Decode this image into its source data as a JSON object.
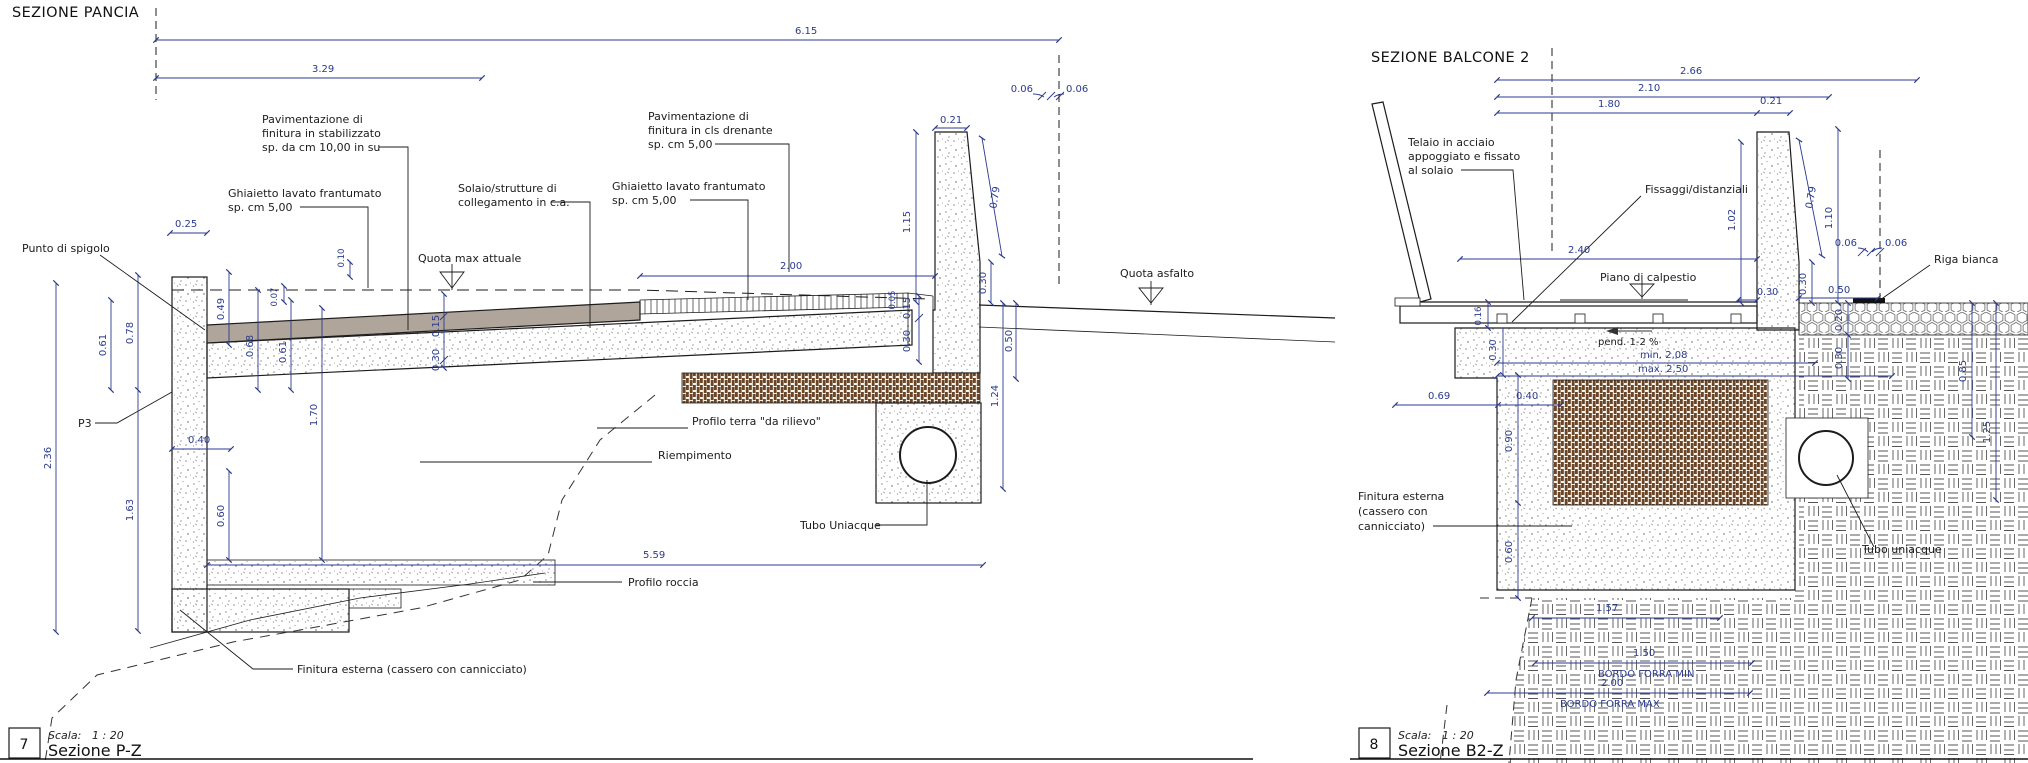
{
  "colors": {
    "dimension_blue": "#2b3a8f",
    "line_black": "#1c1c1c",
    "pavement_tan": "#b0a59a",
    "gravel_brown": "#6a4527"
  },
  "left": {
    "title": "SEZIONE PANCIA",
    "scale": {
      "num": "7",
      "scala_label": "Scala:",
      "scale_value": "1 : 20",
      "name": "Sezione P-Z"
    },
    "labels": {
      "pav_stab": [
        "Pavimentazione di",
        "finitura in stabilizzato",
        "sp. da cm 10,00 in su"
      ],
      "ghiaietto_sx": [
        "Ghiaietto lavato frantumato",
        "sp. cm 5,00"
      ],
      "solaio": [
        "Solaio/strutture di",
        "collegamento in c.a."
      ],
      "quota_max": "Quota max attuale",
      "pav_dren": [
        "Pavimentazione di",
        "finitura in cls drenante",
        "sp. cm 5,00"
      ],
      "ghiaietto_dx": [
        "Ghiaietto lavato frantumato",
        "sp. cm 5,00"
      ],
      "quota_asfalto": "Quota asfalto",
      "punto_spigolo": "Punto di spigolo",
      "p3": "P3",
      "profilo_terra": "Profilo terra \"da rilievo\"",
      "riempimento": "Riempimento",
      "tubo": "Tubo Uniacque",
      "profilo_roccia": "Profilo roccia",
      "finitura": "Finitura esterna (cassero con cannicciato)"
    },
    "dims": {
      "d615": "6.15",
      "d329": "3.29",
      "d006a": "0.06",
      "d006b": "0.06",
      "d025": "0.25",
      "d021": "0.21",
      "d115": "1.15",
      "d079": "0.79",
      "d030w": "0.30",
      "d050": "0.50",
      "d124": "1.24",
      "d049": "0.49",
      "d061o": "0.61",
      "d078": "0.78",
      "d236": "2.36",
      "d163": "1.63",
      "d040": "0.40",
      "d060": "0.60",
      "d007": "0.07",
      "d068": "0.68",
      "d061i": "0.61",
      "d010": "0.10",
      "d015m": "0.15",
      "d030m": "0.30",
      "d170": "1.70",
      "d200": "2.00",
      "d005": "0.05",
      "d015c": "0.15",
      "d030c": "0.30",
      "d559": "5.59"
    }
  },
  "right": {
    "title": "SEZIONE BALCONE 2",
    "scale": {
      "num": "8",
      "scala_label": "Scala:",
      "scale_value": "1 : 20",
      "name": "Sezione B2-Z"
    },
    "labels": {
      "telaio": [
        "Telaio in acciaio",
        "appoggiato e fissato",
        "al solaio"
      ],
      "fissaggi": "Fissaggi/distanziali",
      "piano": "Piano di calpestio",
      "riga": "Riga bianca",
      "pend": "pend. 1-2 %",
      "min208": "min. 2,08",
      "max250": "max. 2,50",
      "finitura": [
        "Finitura esterna",
        "(cassero con",
        "cannicciato)"
      ],
      "tubo": "Tubo uniacque",
      "bordo_min": "BORDO FORRA MIN",
      "bordo_max": "BORDO FORRA MAX"
    },
    "dims": {
      "d266": "2.66",
      "d210": "2.10",
      "d180": "1.80",
      "d021": "0.21",
      "d240": "2.40",
      "d102": "1.02",
      "d079": "0.79",
      "d110": "1.10",
      "d006a": "0.06",
      "d006b": "0.06",
      "d030a": "0.30",
      "d030b": "0.30",
      "d050": "0.50",
      "d020": "0.20",
      "d030c": "0.30",
      "d085": "0.85",
      "d125": "1.25",
      "d016": "0.16",
      "d030d": "0.30",
      "d069": "0.69",
      "d040": "0.40",
      "d090": "0.90",
      "d060": "0.60",
      "d157": "1.57",
      "d150": "1.50",
      "d200": "2.00"
    }
  }
}
